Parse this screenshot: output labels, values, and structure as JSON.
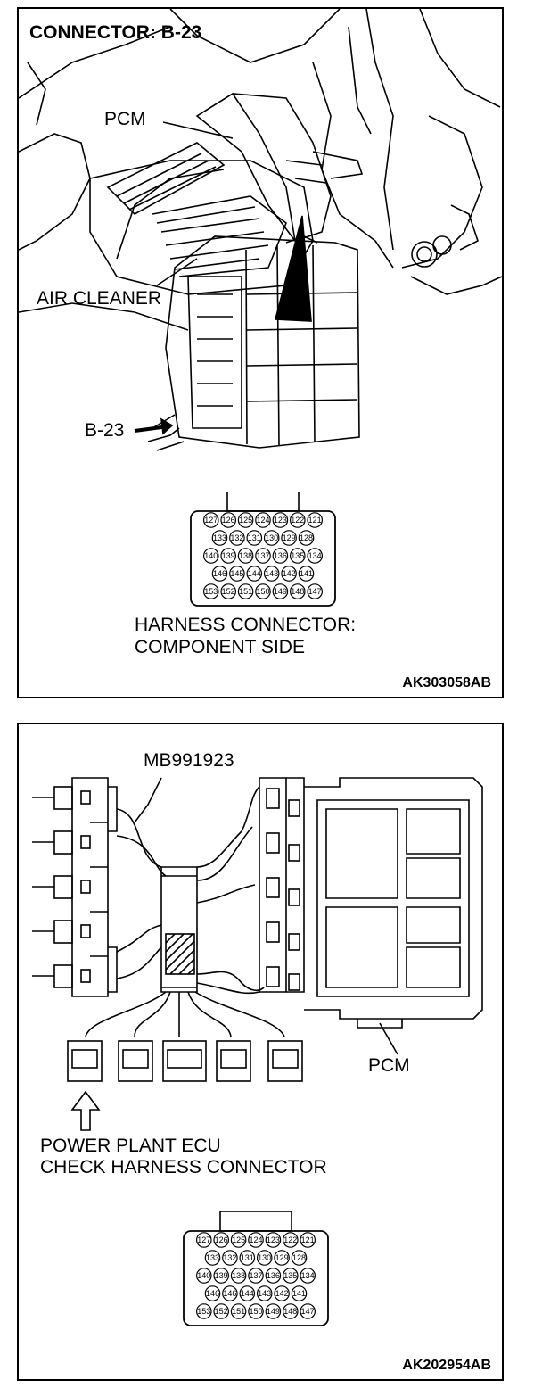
{
  "panel1": {
    "title": "CONNECTOR: B-23",
    "label_pcm": "PCM",
    "label_air_cleaner": "AIR CLEANER",
    "label_b23": "B-23",
    "caption_line1": "HARNESS CONNECTOR:",
    "caption_line2": "COMPONENT SIDE",
    "figure_code": "AK303058AB"
  },
  "panel2": {
    "label_tool": "MB991923",
    "label_pcm": "PCM",
    "caption_line1": "POWER PLANT ECU",
    "caption_line2": "CHECK HARNESS CONNECTOR",
    "figure_code": "AK202954AB"
  },
  "connector_pins": [
    [
      "127",
      "126",
      "125",
      "124",
      "123",
      "122",
      "121"
    ],
    [
      "133",
      "132",
      "131",
      "130",
      "129",
      "128"
    ],
    [
      "140",
      "139",
      "138",
      "137",
      "136",
      "135",
      "134"
    ],
    [
      "146",
      "145",
      "144",
      "143",
      "142",
      "141"
    ],
    [
      "153",
      "152",
      "151",
      "150",
      "149",
      "148",
      "147"
    ]
  ],
  "connector_pins_check": [
    [
      "127",
      "126",
      "125",
      "124",
      "123",
      "122",
      "121"
    ],
    [
      "133",
      "132",
      "131",
      "130",
      "129",
      "128"
    ],
    [
      "140",
      "139",
      "138",
      "137",
      "136",
      "135",
      "134"
    ],
    [
      "146",
      "146",
      "144",
      "143",
      "142",
      "141"
    ],
    [
      "153",
      "152",
      "151",
      "150",
      "149",
      "148",
      "147"
    ]
  ]
}
